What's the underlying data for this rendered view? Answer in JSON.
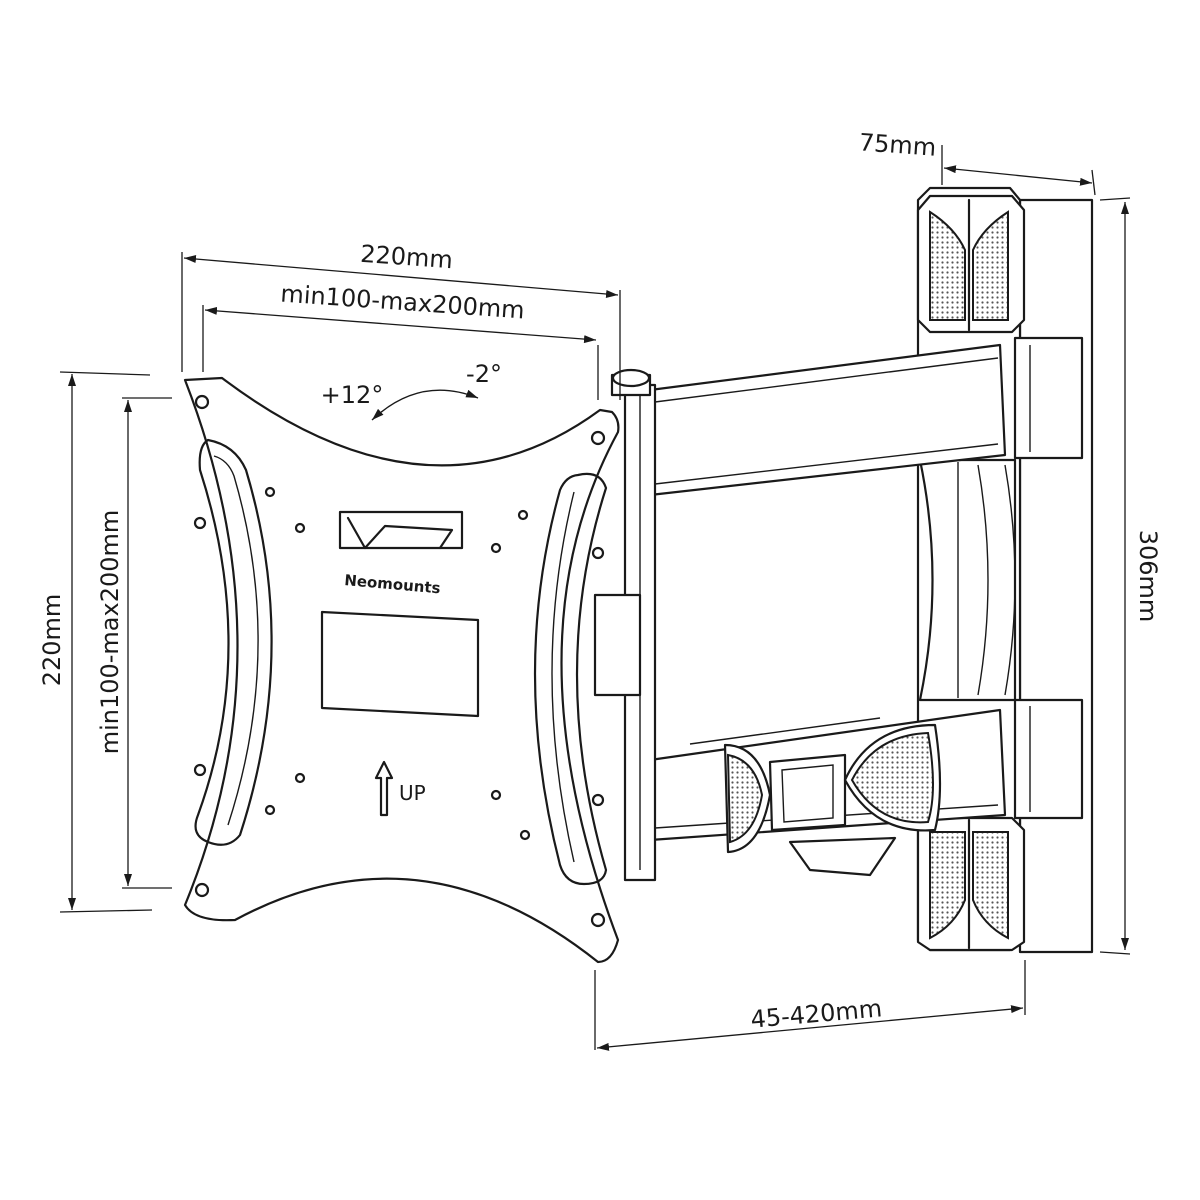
{
  "dimensions": {
    "plate_width": "220mm",
    "vesa_width": "min100-max200mm",
    "plate_height": "220mm",
    "vesa_height": "min100-max200mm",
    "wall_plate_width": "75mm",
    "wall_plate_height": "306mm",
    "arm_reach": "45-420mm"
  },
  "tilt": {
    "up": "+12°",
    "down": "-2°"
  },
  "plate": {
    "brand": "Neomounts",
    "orientation": "UP"
  }
}
